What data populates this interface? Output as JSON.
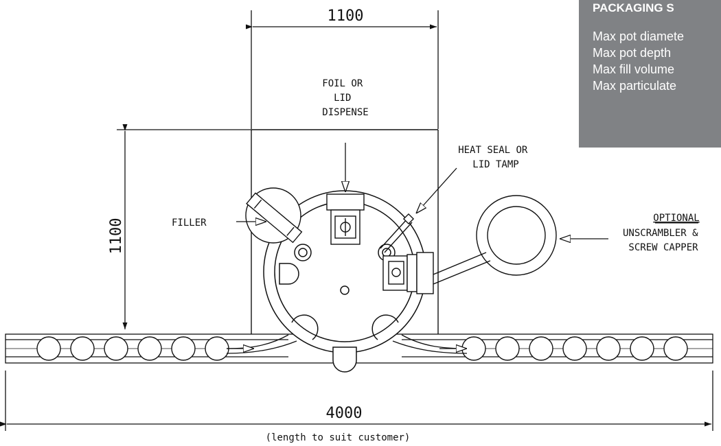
{
  "dimensions": {
    "top_width": "1100",
    "left_height": "1100",
    "overall_length": "4000",
    "length_note": "(length to suit customer)"
  },
  "labels": {
    "foil": [
      "FOIL OR",
      "LID",
      "DISPENSE"
    ],
    "heat_seal": [
      "HEAT SEAL OR",
      "LID TAMP"
    ],
    "filler": "FILLER",
    "optional": "OPTIONAL",
    "unscrambler": [
      "UNSCRAMBLER &",
      "SCREW CAPPER"
    ]
  },
  "panel": {
    "title": "PACKAGING S",
    "items": [
      "Max pot diamete",
      "Max pot depth",
      "Max fill volume",
      "Max particulate"
    ]
  }
}
